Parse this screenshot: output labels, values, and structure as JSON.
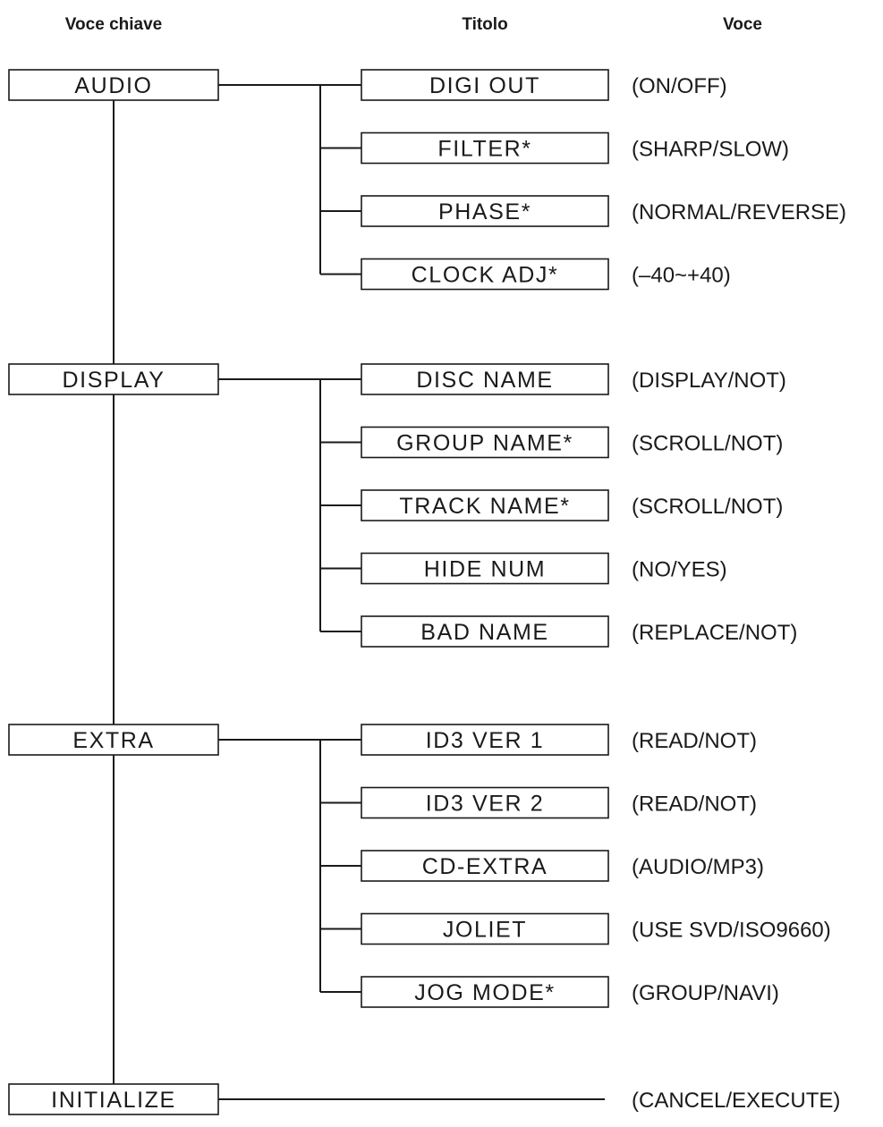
{
  "headers": {
    "key": "Voce chiave",
    "title": "Titolo",
    "item": "Voce"
  },
  "groups": [
    {
      "key": "AUDIO",
      "items": [
        {
          "title": "DIGI OUT",
          "value": "(ON/OFF)"
        },
        {
          "title": "FILTER*",
          "value": "(SHARP/SLOW)"
        },
        {
          "title": "PHASE*",
          "value": "(NORMAL/REVERSE)"
        },
        {
          "title": "CLOCK ADJ*",
          "value": "(–40~+40)"
        }
      ]
    },
    {
      "key": "DISPLAY",
      "items": [
        {
          "title": "DISC NAME",
          "value": "(DISPLAY/NOT)"
        },
        {
          "title": "GROUP NAME*",
          "value": "(SCROLL/NOT)"
        },
        {
          "title": "TRACK NAME*",
          "value": "(SCROLL/NOT)"
        },
        {
          "title": "HIDE NUM",
          "value": "(NO/YES)"
        },
        {
          "title": "BAD NAME",
          "value": "(REPLACE/NOT)"
        }
      ]
    },
    {
      "key": "EXTRA",
      "items": [
        {
          "title": "ID3 VER 1",
          "value": "(READ/NOT)"
        },
        {
          "title": "ID3 VER 2",
          "value": "(READ/NOT)"
        },
        {
          "title": "CD-EXTRA",
          "value": "(AUDIO/MP3)"
        },
        {
          "title": "JOLIET",
          "value": "(USE SVD/ISO9660)"
        },
        {
          "title": "JOG MODE*",
          "value": "(GROUP/NAVI)"
        }
      ]
    },
    {
      "key": "INITIALIZE",
      "items": [],
      "value": "(CANCEL/EXECUTE)"
    }
  ]
}
